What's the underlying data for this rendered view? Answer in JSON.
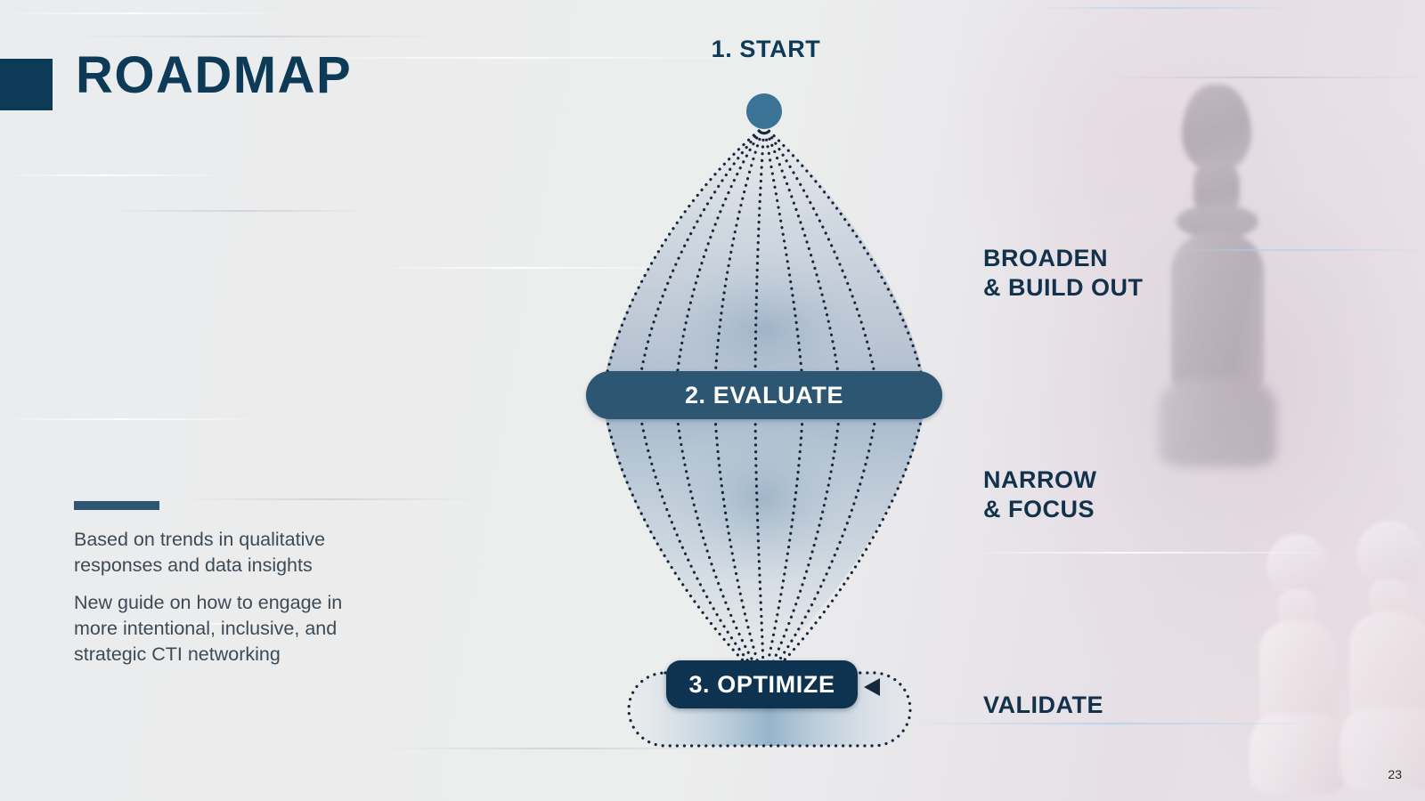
{
  "slide": {
    "title": "ROADMAP",
    "page_number": "23",
    "accent_color": "#0d3a57",
    "evaluate_bar_color": "#2d5672",
    "optimize_bar_color": "#0d3350",
    "node_color": "#3b7396",
    "background_color": "#ebeced"
  },
  "body": {
    "paragraph_1": "Based on trends in qualitative responses and data insights",
    "paragraph_2": "New guide on how to engage in more intentional, inclusive, and strategic CTI networking"
  },
  "diagram": {
    "steps": [
      {
        "id": "start",
        "label": "1. START"
      },
      {
        "id": "evaluate",
        "label": "2. EVALUATE"
      },
      {
        "id": "optimize",
        "label": "3. OPTIMIZE"
      }
    ],
    "stage_labels": [
      {
        "id": "broaden",
        "line_1": "BROADEN",
        "line_2": "& BUILD OUT"
      },
      {
        "id": "narrow",
        "line_1": "NARROW",
        "line_2": "& FOCUS"
      },
      {
        "id": "validate",
        "line_1": "VALIDATE",
        "line_2": ""
      }
    ]
  }
}
